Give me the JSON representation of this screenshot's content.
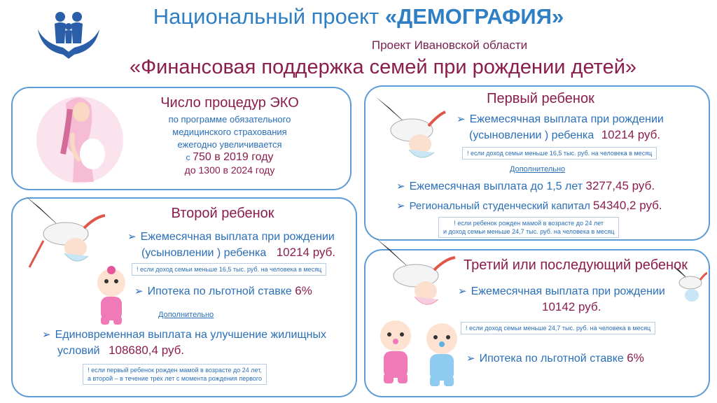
{
  "header": {
    "title_prefix": "Национальный проект",
    "title_project": "«ДЕМОГРАФИЯ»",
    "subtitle": "Проект Ивановской области",
    "main_title": "«Финансовая поддержка семей при рождении детей»"
  },
  "eco": {
    "title": "Число процедур ЭКО",
    "line1": "по программе обязательного",
    "line2": "медицинского страхования",
    "line3": "ежегодно увеличивается",
    "line4_prefix": "с",
    "line4_value": "750 в 2019 году",
    "line5": "до 1300 в 2024 году"
  },
  "first": {
    "title": "Первый ребенок",
    "item1_line1": "Ежемесячная выплата при рождении",
    "item1_line2": "(усыновлении ) ребенка",
    "item1_amount": "10214 руб.",
    "note1": "! если доход семьи меньше 16,5 тыс. руб. на человека в месяц",
    "extra": "Дополнительно",
    "item2_label": "Ежемесячная выплата до 1,5 лет",
    "item2_amount": "3277,45 руб.",
    "item3_label": "Региональный студенческий капитал",
    "item3_amount": "54340,2 руб.",
    "note2_line1": "! если ребенок рожден мамой в возрасте до 24 лет",
    "note2_line2": "и доход семьи меньше 24,7 тыс. руб. на человека в месяц"
  },
  "second": {
    "title": "Второй ребенок",
    "item1_line1": "Ежемесячная выплата при рождении",
    "item1_line2": "(усыновлении ) ребенка",
    "item1_amount": "10214 руб.",
    "note1": "! если доход семьи меньше 16,5 тыс. руб. на человека в месяц",
    "item2_label": "Ипотека по льготной ставке",
    "item2_amount": "6%",
    "extra": "Дополнительно",
    "item3_line1": "Единовременная выплата на улучшение жилищных",
    "item3_line2": "условий",
    "item3_amount": "108680,4 руб.",
    "note2_line1": "! если первый ребенок рожден мамой в возрасте до 24 лет,",
    "note2_line2": "а второй – в течение трех лет с момента рождения первого"
  },
  "third": {
    "title": "Третий или последующий ребенок",
    "item1_line1": "Ежемесячная выплата при рождении",
    "item1_amount": "10142 руб.",
    "note1": "! если доход семьи меньше 24,7 тыс. руб. на человека в месяц",
    "item2_label": "Ипотека по льготной ставке",
    "item2_amount": "6%"
  },
  "colors": {
    "accent_blue": "#2f7fc4",
    "accent_red": "#8b1d4d",
    "border": "#5c9bd6"
  },
  "icons": [
    "family-logo-icon",
    "pregnant-woman-illustration",
    "stork-icon",
    "baby-girl-icon",
    "baby-boy-icon"
  ]
}
